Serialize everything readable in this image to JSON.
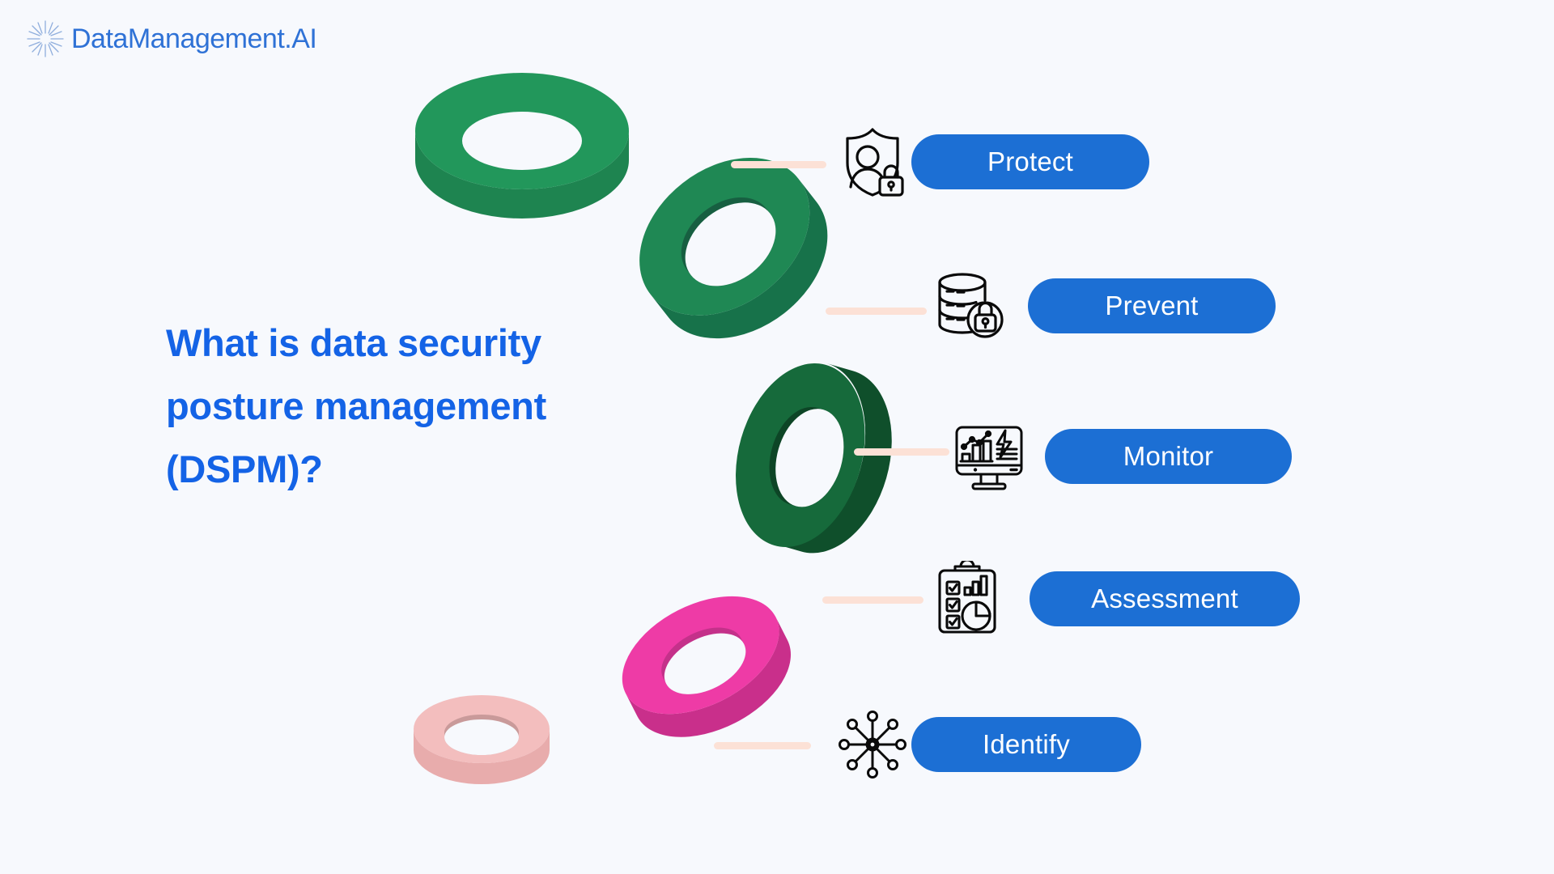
{
  "background_color": "#F7F9FD",
  "brand": {
    "logo_icon": "starburst-icon",
    "name": "DataManagement.AI",
    "color": "#2F72D6"
  },
  "headline": {
    "text": "What is data security posture management (DSPM)?",
    "color": "#1463E6"
  },
  "pill_color": "#1C6FD4",
  "pill_text_color": "#FFFFFF",
  "connector_color": "#FCE1D6",
  "capabilities": [
    {
      "label": "Protect",
      "icon": "shield-person-lock-icon"
    },
    {
      "label": "Prevent",
      "icon": "database-lock-icon"
    },
    {
      "label": "Monitor",
      "icon": "monitor-dashboard-icon"
    },
    {
      "label": "Assessment",
      "icon": "clipboard-charts-icon"
    },
    {
      "label": "Identify",
      "icon": "network-hub-icon"
    }
  ],
  "rings": [
    {
      "name": "ring-green-flat",
      "color": "#22975B",
      "shade": "#1E8450"
    },
    {
      "name": "ring-green-tilted",
      "color": "#1F8854",
      "shade": "#17724A"
    },
    {
      "name": "ring-dark-green",
      "color": "#166A3B",
      "shade": "#0F4F2B"
    },
    {
      "name": "ring-magenta",
      "color": "#EE3BA6",
      "shade": "#C92F8B"
    },
    {
      "name": "ring-pale-pink",
      "color": "#F3BEBE",
      "shade": "#C99A9A"
    }
  ]
}
